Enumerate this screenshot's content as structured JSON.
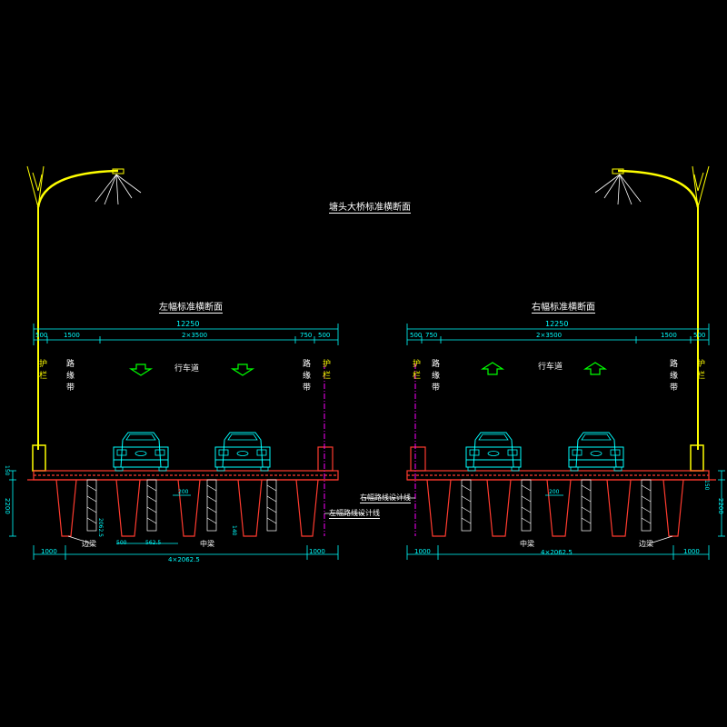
{
  "main_title": "塘头大桥标准横断面",
  "left": {
    "title": "左幅标准横断面",
    "total_width": "12250",
    "segments": [
      "500",
      "1500",
      "2×3500",
      "750",
      "500"
    ],
    "bottom_dims": [
      "1000",
      "4×2062.5",
      "1000"
    ],
    "bottom_labels": [
      "边梁",
      "中梁"
    ],
    "small_dims": [
      "500",
      "562.5",
      "2062.5",
      "140",
      "200"
    ],
    "left_height": "2200",
    "left_slab": "150",
    "vertical_labels": [
      "护栏",
      "路缘带",
      "路缘带",
      "护栏"
    ],
    "lane_label": "行车道",
    "design_line": "左幅路线设计线"
  },
  "right": {
    "title": "右幅标准横断面",
    "total_width": "12250",
    "segments": [
      "500",
      "750",
      "2×3500",
      "1500",
      "500"
    ],
    "bottom_dims": [
      "1000",
      "4×2062.5",
      "1000"
    ],
    "bottom_labels": [
      "中梁",
      "边梁"
    ],
    "small_dims": [
      "200",
      "150"
    ],
    "right_height": "2200",
    "vertical_labels": [
      "护栏",
      "路缘带",
      "路缘带",
      "护栏"
    ],
    "lane_label": "行车道",
    "design_line": "右幅路线设计线"
  },
  "colors": {
    "dim_cyan": "#00ffff",
    "structure_red": "#ff3b2f",
    "lamp_yellow": "#ffff00",
    "arrow_green": "#00ff00",
    "title_white": "#ffffff",
    "design_magenta": "#ff00ff",
    "car_cyan": "#00ffff"
  }
}
